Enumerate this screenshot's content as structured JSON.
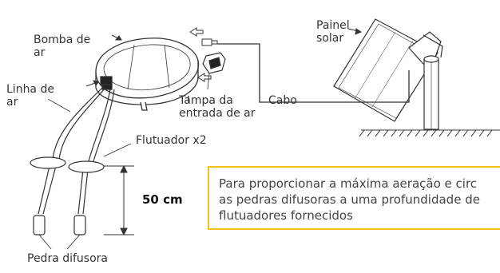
{
  "labels": {
    "air_pump": "Bomba de\nar",
    "air_line": "Linha de\nar",
    "air_inlet_cap": "Tampa da\nentrada de ar",
    "cable": "Cabo",
    "solar_panel": "Painel\nsolar",
    "float": "Flutuador x2",
    "depth": "50 cm",
    "diffuser_stone": "Pedra difusora"
  },
  "note": {
    "text": "Para proporcionar a máxima aeração e circ\nas pedras difusoras a uma profundidade de\nflutuadores fornecidos",
    "border_color": "#f2c21b"
  }
}
